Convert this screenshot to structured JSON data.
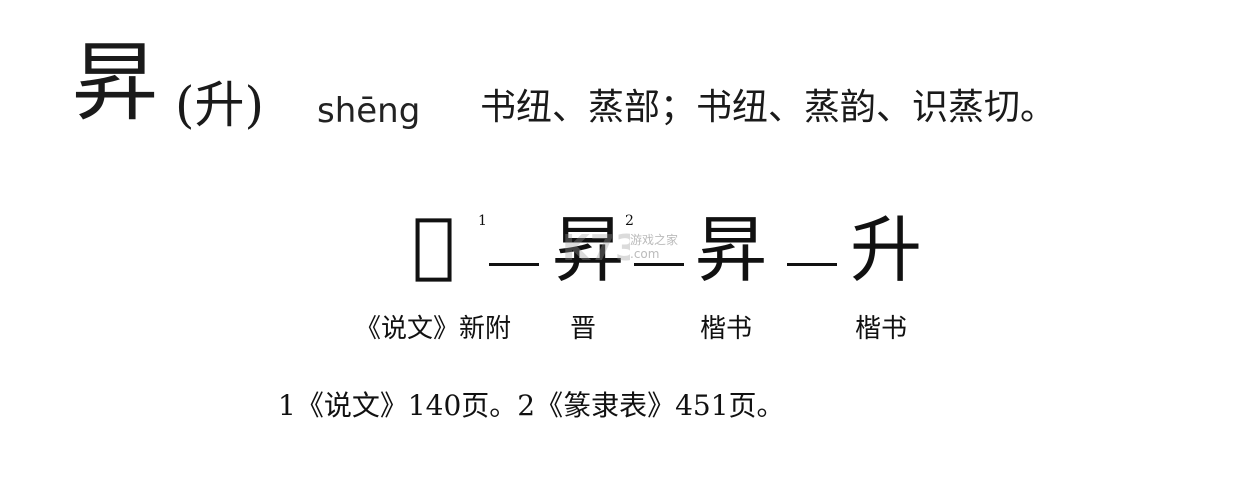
{
  "entry": {
    "headword": "昇",
    "variant": "(升)",
    "pinyin": "shēng",
    "fanqie": "书纽、蒸部；书纽、蒸韵、识蒸切。"
  },
  "evolution": {
    "forms": [
      "𦦻",
      "昇",
      "昇",
      "升"
    ],
    "markers": [
      "1",
      "2"
    ],
    "captions": [
      "《说文》新附",
      "晋",
      "楷书",
      "楷书"
    ]
  },
  "footnote": "1《说文》140页。2《篆隶表》451页。",
  "watermark": {
    "site_name": "游戏之家",
    "domain": ".com"
  }
}
